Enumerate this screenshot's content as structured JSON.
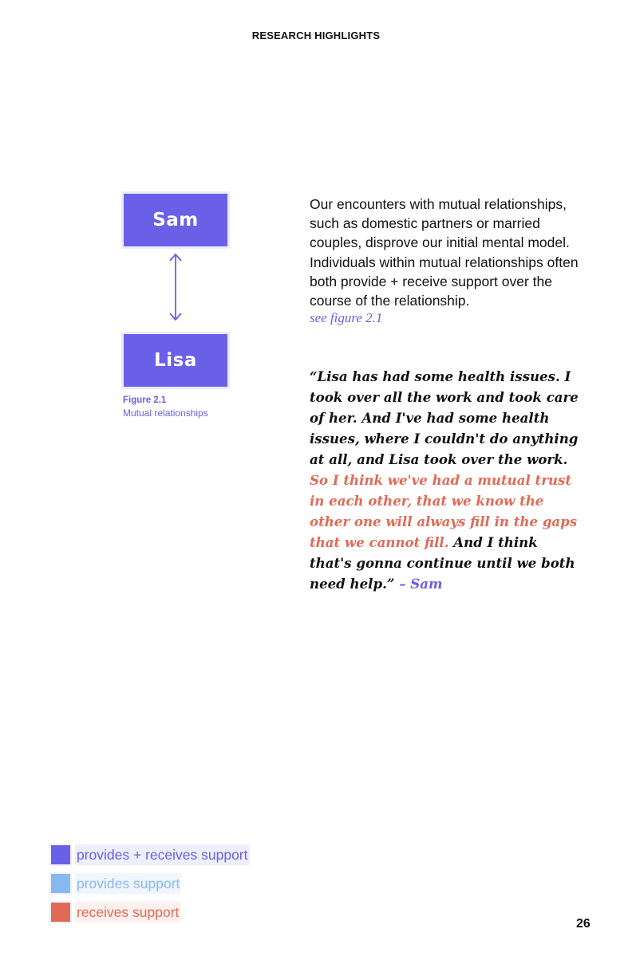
{
  "header": {
    "title": "RESEARCH HIGHLIGHTS"
  },
  "figure": {
    "nodes": {
      "top": "Sam",
      "bottom": "Lisa"
    },
    "caption_number": "Figure 2.1",
    "caption_title": "Mutual relationships",
    "node_color": "#6a60e8"
  },
  "body": {
    "paragraph": "Our encounters with mutual relationships, such as domestic partners or married couples, disprove our initial mental model. Individuals within mutual relationships often both provide + receive support over the course of the relationship.",
    "figure_ref": "see figure 2.1"
  },
  "quote": {
    "part1": "“Lisa has had some health issues. I took over all the work and took care of her. And I've had some health issues, where I couldn't do anything at all, and Lisa took over the work.",
    "highlight": "So I think we've had a mutual trust in each other, that we know the other one will always fill in the gaps that we cannot fill.",
    "part2": "And I think that's gonna continue until we both need help.”",
    "attribution": "– Sam"
  },
  "legend": {
    "items": [
      {
        "label": "provides + receives support",
        "color": "#6a60e8",
        "bg": "#efeefc"
      },
      {
        "label": "provides support",
        "color": "#86b9ef",
        "bg": "#f1f6fd"
      },
      {
        "label": "receives support",
        "color": "#e16a56",
        "bg": "#fdf0ee"
      }
    ]
  },
  "footer": {
    "page_number": "26"
  }
}
